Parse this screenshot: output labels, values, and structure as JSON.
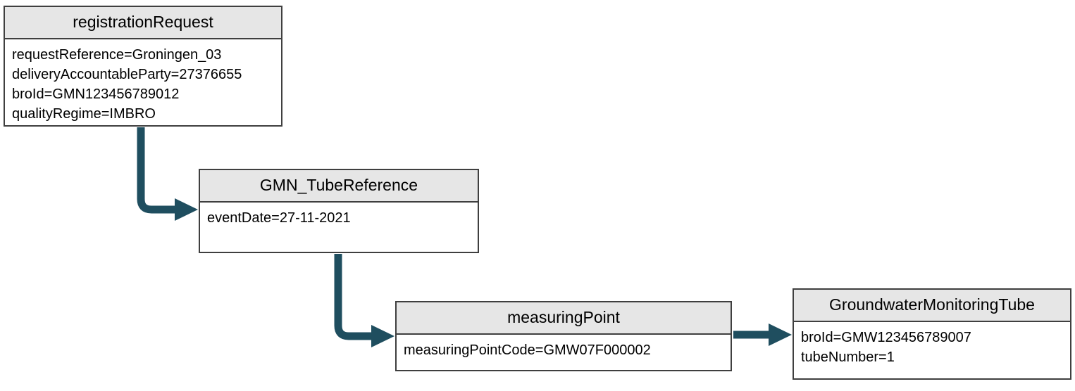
{
  "diagram": {
    "arrow_color": "#1f4e5f",
    "header_fill": "#e6e6e6",
    "border_color": "#3f3f3f",
    "nodes": [
      {
        "id": "registrationRequest",
        "title": "registrationRequest",
        "attributes": [
          "requestReference=Groningen_03",
          "deliveryAccountableParty=27376655",
          "broId=GMN123456789012",
          "qualityRegime=IMBRO"
        ]
      },
      {
        "id": "GMN_TubeReference",
        "title": "GMN_TubeReference",
        "attributes": [
          "eventDate=27-11-2021"
        ]
      },
      {
        "id": "measuringPoint",
        "title": "measuringPoint",
        "attributes": [
          "measuringPointCode=GMW07F000002"
        ]
      },
      {
        "id": "GroundwaterMonitoringTube",
        "title": "GroundwaterMonitoringTube",
        "attributes": [
          "broId=GMW123456789007",
          "tubeNumber=1"
        ]
      }
    ],
    "connectors": [
      {
        "from": "registrationRequest",
        "to": "GMN_TubeReference"
      },
      {
        "from": "GMN_TubeReference",
        "to": "measuringPoint"
      },
      {
        "from": "measuringPoint",
        "to": "GroundwaterMonitoringTube"
      }
    ]
  }
}
